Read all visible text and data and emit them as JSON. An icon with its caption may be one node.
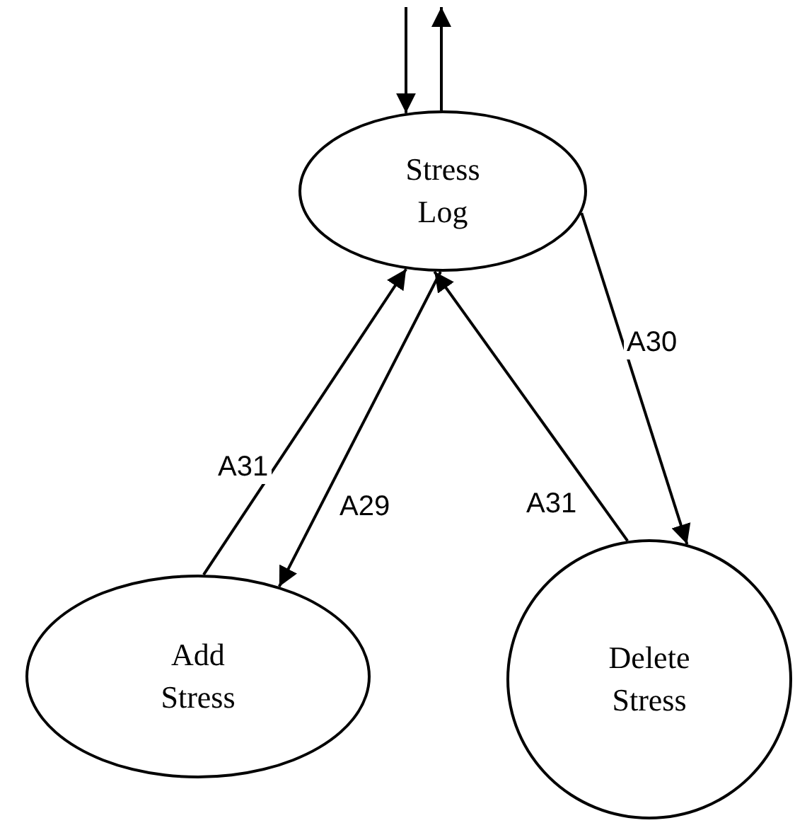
{
  "diagram": {
    "nodes": [
      {
        "text": [
          "Stress Log"
        ]
      },
      {
        "text": [
          "Add Stress"
        ]
      },
      {
        "text": [
          "Delete Stress"
        ]
      }
    ],
    "edges": [
      {
        "from": null,
        "to": 0,
        "arrow": "to"
      },
      {
        "from": 0,
        "to": null,
        "arrow": "to"
      },
      {
        "from": 1,
        "to": 0,
        "arrow": "to",
        "label": "A31"
      },
      {
        "from": 0,
        "to": 1,
        "arrow": "to",
        "label": "A29"
      },
      {
        "from": 0,
        "to": 2,
        "arrow": "to",
        "label": "A30"
      },
      {
        "from": 2,
        "to": 0,
        "arrow": "to",
        "label": "A31"
      }
    ]
  }
}
